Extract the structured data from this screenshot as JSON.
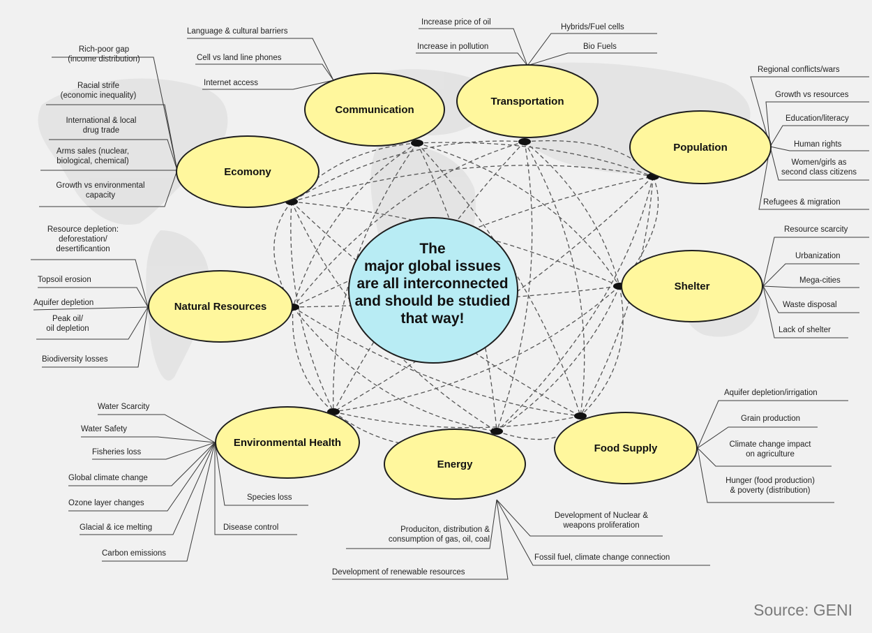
{
  "center": {
    "line1": "The",
    "line2": "major global issues",
    "line3": "are all interconnected",
    "line4": "and should be studied",
    "line5": "that way!"
  },
  "topics": {
    "communication": "Communication",
    "transportation": "Transportation",
    "population": "Population",
    "economy": "Ecomony",
    "natural_resources": "Natural Resources",
    "shelter": "Shelter",
    "environmental_health": "Environmental Health",
    "energy": "Energy",
    "food_supply": "Food Supply"
  },
  "communication_items": [
    "Language & cultural barriers",
    "Cell vs land line phones",
    "Internet access"
  ],
  "transportation_items": [
    "Increase price of oil",
    "Increase in pollution",
    "Hybrids/Fuel cells",
    "Bio Fuels"
  ],
  "population_items": [
    "Regional conflicts/wars",
    "Growth vs resources",
    "Education/literacy",
    "Human rights",
    "Women/girls as",
    "second class citizens",
    "Refugees & migration"
  ],
  "economy_items": [
    "Rich-poor gap",
    "(income distribution)",
    "Racial strife",
    "(economic inequality)",
    "International & local",
    "drug trade",
    "Arms sales (nuclear,",
    "biological, chemical)",
    "Growth vs environmental",
    "capacity"
  ],
  "natural_resources_items": [
    "Resource depletion:",
    "deforestation/",
    "desertificantion",
    "Topsoil erosion",
    "Aquifer depletion",
    "Peak oil/",
    "oil depletion",
    "Biodiversity losses"
  ],
  "shelter_items": [
    "Resource scarcity",
    "Urbanization",
    "Mega-cities",
    "Waste disposal",
    "Lack of shelter"
  ],
  "environmental_health_items": [
    "Water Scarcity",
    "Water Safety",
    "Fisheries loss",
    "Global climate change",
    "Ozone layer changes",
    "Glacial & ice melting",
    "Carbon emissions",
    "Species loss",
    "Disease control"
  ],
  "energy_items": [
    "Produciton, distribution &",
    "consumption of gas, oil, coal",
    "Development of renewable resources",
    "Development of Nuclear &",
    "weapons proliferation",
    "Fossil fuel, climate change connection"
  ],
  "food_supply_items": [
    "Aquifer depletion/irrigation",
    "Grain production",
    "Climate change impact",
    "on agriculture",
    "Hunger (food production)",
    "& poverty (distribution)"
  ],
  "source": "Source: GENI",
  "colors": {
    "topic_fill": "#fff79d",
    "center_fill": "#b8ecf4",
    "link": "#555555"
  }
}
